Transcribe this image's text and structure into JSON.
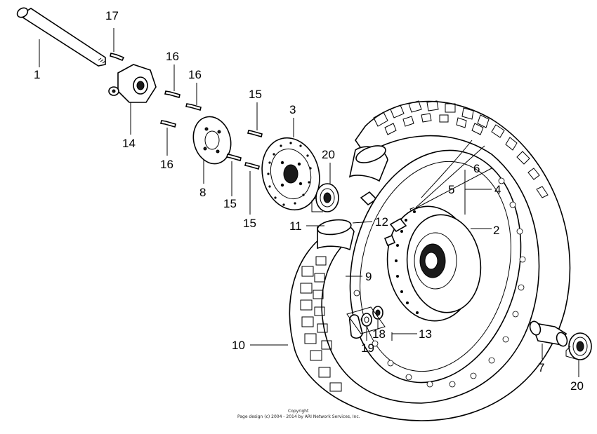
{
  "callouts": {
    "c1": "1",
    "c2": "2",
    "c3": "3",
    "c4": "4",
    "c5": "5",
    "c6": "6",
    "c7": "7",
    "c8": "8",
    "c9": "9",
    "c10": "10",
    "c11": "11",
    "c12": "12",
    "c13": "13",
    "c14": "14",
    "c15a": "15",
    "c15b": "15",
    "c15c": "15",
    "c16a": "16",
    "c16b": "16",
    "c16c": "16",
    "c17": "17",
    "c18": "18",
    "c19": "19",
    "c20a": "20",
    "c20b": "20"
  },
  "copyright": {
    "line1": "Copyright",
    "line2": "Page design (c) 2004 - 2014 by ARI Network Services, Inc."
  }
}
